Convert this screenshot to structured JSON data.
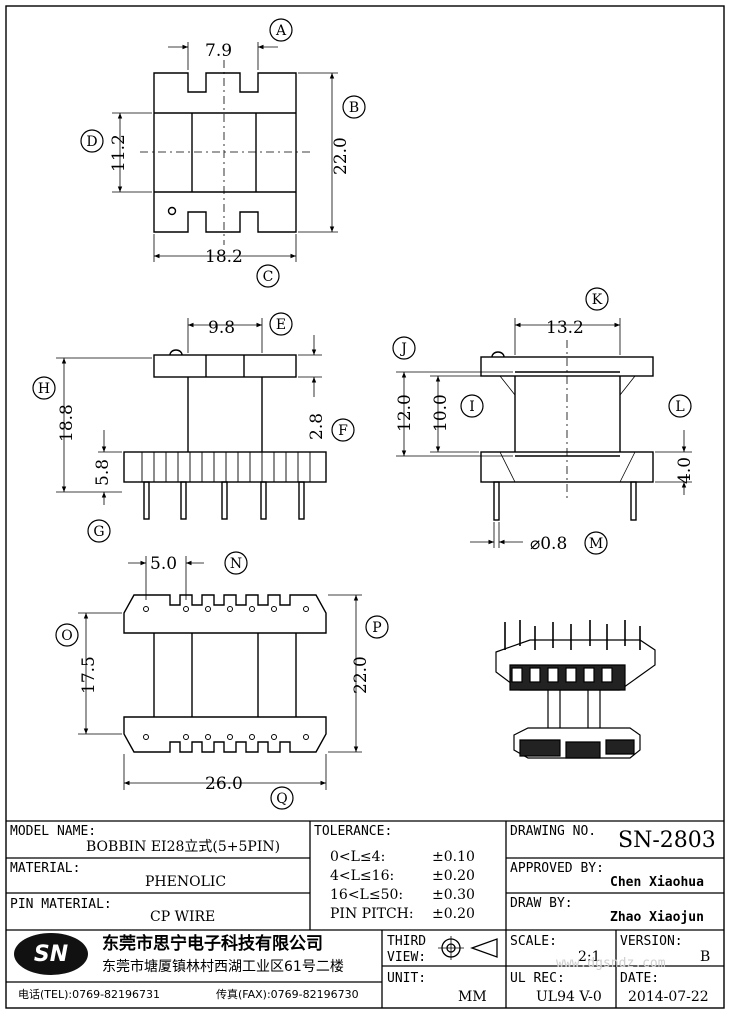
{
  "dimensions": {
    "A": "7.9",
    "B": "22.0",
    "C": "18.2",
    "D": "11.2",
    "E": "9.8",
    "F": "2.8",
    "G": "5.8",
    "H": "18.8",
    "I": "10.0",
    "J": "12.0",
    "K": "13.2",
    "L": "4.0",
    "M": "⌀0.8",
    "N": "5.0",
    "O": "17.5",
    "P": "22.0",
    "Q": "26.0"
  },
  "callouts": [
    "A",
    "B",
    "C",
    "D",
    "E",
    "F",
    "G",
    "H",
    "I",
    "J",
    "K",
    "L",
    "M",
    "N",
    "O",
    "P",
    "Q"
  ],
  "title_block": {
    "model_label": "MODEL NAME:",
    "model_value": "BOBBIN EI28立式(5+5PIN)",
    "material_label": "MATERIAL:",
    "material_value": "PHENOLIC",
    "pin_material_label": "PIN MATERIAL:",
    "pin_material_value": "CP WIRE",
    "tolerance_label": "TOLERANCE:",
    "tolerances": [
      {
        "range": "0<L≤4:",
        "value": "±0.10"
      },
      {
        "range": "4<L≤16:",
        "value": "±0.20"
      },
      {
        "range": "16<L≤50:",
        "value": "±0.30"
      },
      {
        "range": "PIN PITCH:",
        "value": "±0.20"
      }
    ],
    "drawing_no_label": "DRAWING NO.",
    "drawing_no": "SN-2803",
    "approved_label": "APPROVED BY:",
    "approved_by": "Chen Xiaohua",
    "draw_label": "DRAW BY:",
    "draw_by": "Zhao Xiaojun",
    "third_view_label_1": "THIRD",
    "third_view_label_2": "VIEW:",
    "unit_label": "UNIT:",
    "unit": "MM",
    "scale_label": "SCALE:",
    "scale": "2:1",
    "version_label": "VERSION:",
    "version": "B",
    "ul_rec_label": "UL REC:",
    "ul_rec": "UL94 V-0",
    "date_label": "DATE:",
    "date": "2014-07-22",
    "logo": "SN",
    "company_name": "东莞市思宁电子科技有限公司",
    "company_address": "东莞市塘厦镇林村西湖工业区61号二楼",
    "tel": "电话(TEL):0769-82196731",
    "fax": "传真(FAX):0769-82196730",
    "watermark": "www.dgsndz.com"
  }
}
